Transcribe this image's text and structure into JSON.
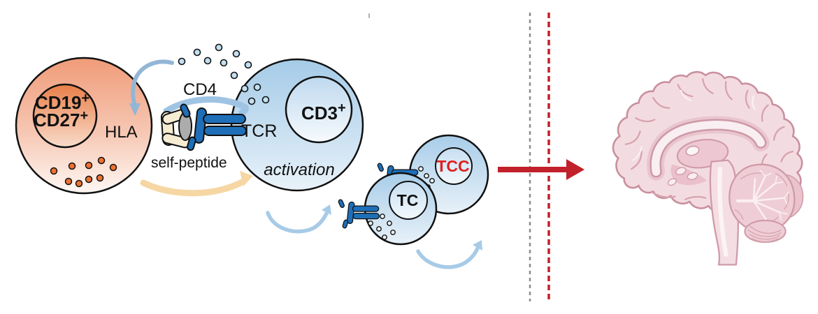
{
  "b_cell": {
    "marker1": {
      "text": "CD19",
      "sup": "+"
    },
    "marker2": {
      "text": "CD27",
      "sup": "+"
    },
    "hla": "HLA"
  },
  "synapse": {
    "cd4": "CD4",
    "tcr": "TCR",
    "self_peptide": "self-peptide"
  },
  "t_cell": {
    "marker": {
      "text": "CD3",
      "sup": "+"
    },
    "state": "activation"
  },
  "clones": {
    "tc": "TC",
    "tcc": "TCC"
  },
  "colors": {
    "b_cell_top": "#F09B78",
    "t_cell_top": "#A5CBE8",
    "receptor_blue": "#1E6FB8",
    "hla_cream": "#F6ECD2",
    "peptide_gray": "#ACACAC",
    "activation_arrow_tan": "#F6D7A3",
    "flow_arrow_blue": "#A7CBE7",
    "uptake_arrow_blue": "#93B6D6",
    "barrier_gray": "#8C8C8C",
    "barrier_red": "#C2202A",
    "transfer_arrow_red": "#C2202A",
    "tcc_text_red": "#E01F1F",
    "brain_fill": "#F3DCE1",
    "brain_line": "#C9909F"
  }
}
